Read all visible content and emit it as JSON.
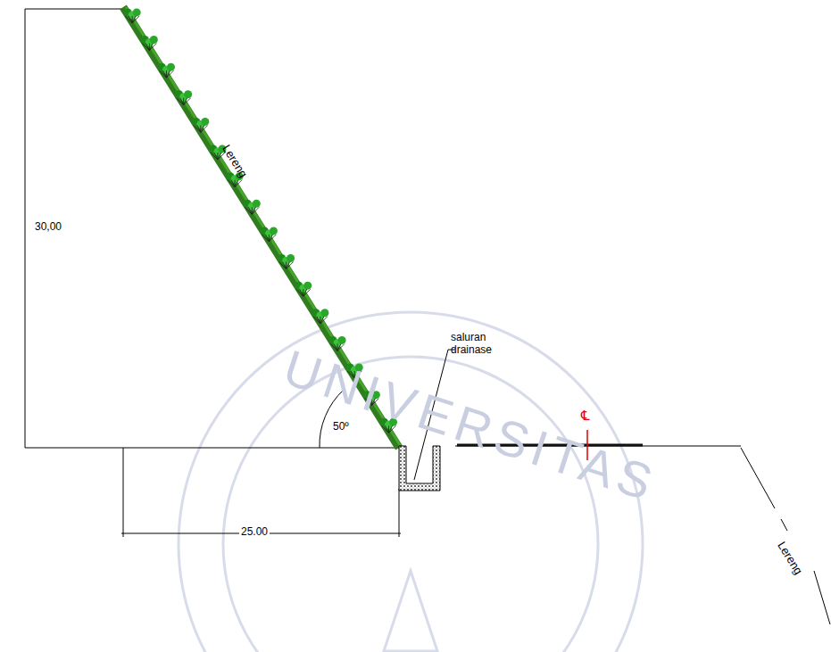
{
  "diagram": {
    "labels": [
      "30,00",
      "Lereng",
      "saluran drainase",
      "50º",
      "25.00",
      "℄",
      "Lereng",
      "UNIVERSITAS"
    ]
  }
}
